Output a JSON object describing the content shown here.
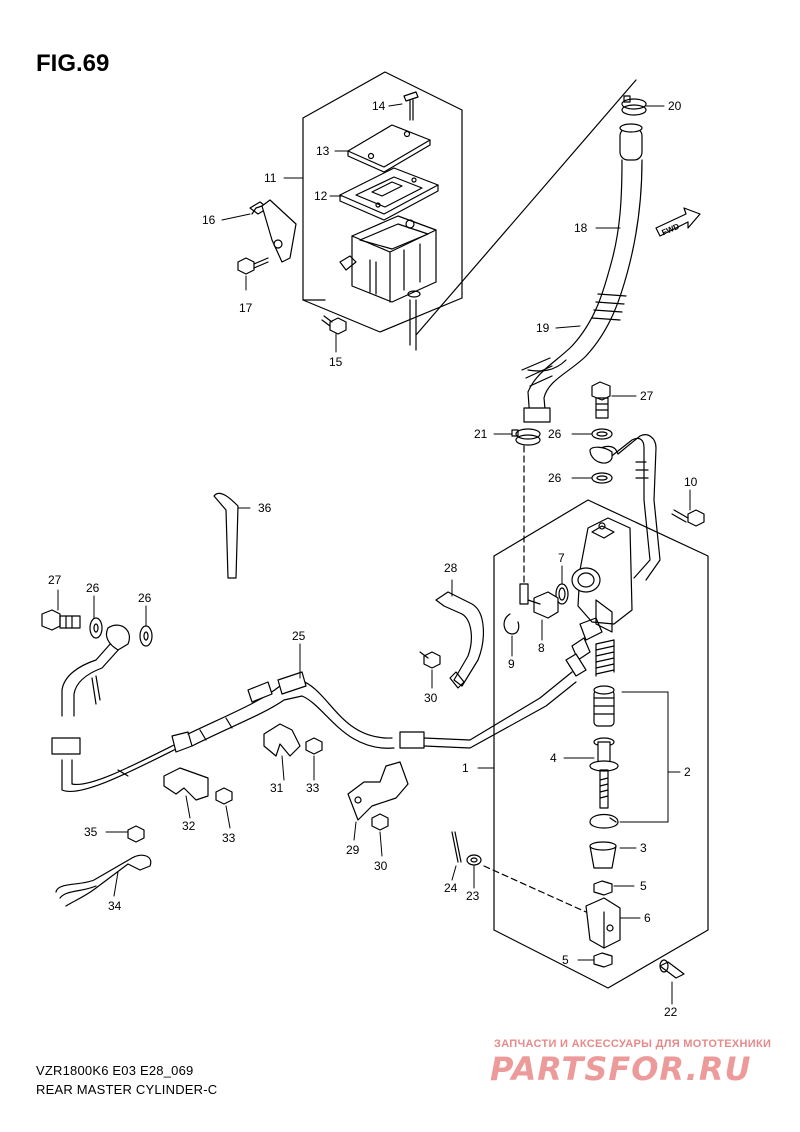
{
  "figure": {
    "title": "FIG.69",
    "model_code": "VZR1800K6 E03 E28_069",
    "part_name": "REAR MASTER CYLINDER-C"
  },
  "direction_badge": "FWD",
  "callouts": [
    "1",
    "2",
    "3",
    "4",
    "5",
    "5",
    "6",
    "7",
    "8",
    "9",
    "10",
    "11",
    "12",
    "13",
    "14",
    "15",
    "16",
    "17",
    "18",
    "19",
    "20",
    "21",
    "22",
    "23",
    "24",
    "25",
    "26",
    "26",
    "26",
    "27",
    "27",
    "28",
    "29",
    "30",
    "30",
    "31",
    "32",
    "33",
    "33",
    "34",
    "35",
    "36"
  ],
  "watermark": {
    "tagline": "ЗАПЧАСТИ И АКСЕССУАРЫ ДЛЯ МОТОТЕХНИКИ",
    "brand": "PARTSFOR.RU",
    "color": "#e88d8d"
  },
  "colors": {
    "line": "#000000",
    "background": "#ffffff"
  }
}
